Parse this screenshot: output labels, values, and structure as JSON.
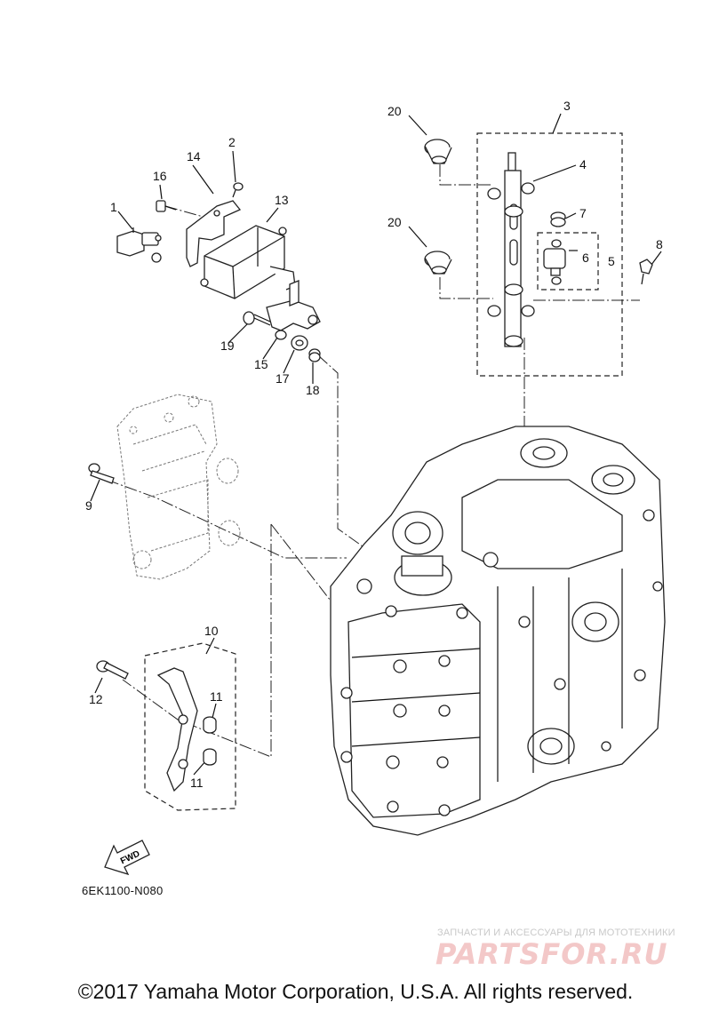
{
  "diagram": {
    "part_code": "6EK1100-N080",
    "fwd_label": "FWD",
    "copyright": "©2017 Yamaha Motor Corporation, U.S.A. All rights reserved.",
    "watermark": {
      "subtitle": "ЗАПЧАСТИ И АКСЕССУАРЫ ДЛЯ МОТОТЕХНИКИ",
      "logo": "PARTSFOR.RU"
    },
    "callouts": {
      "c1": "1",
      "c2": "2",
      "c3": "3",
      "c4": "4",
      "c5": "5",
      "c6": "6",
      "c7": "7",
      "c8": "8",
      "c9": "9",
      "c10": "10",
      "c11a": "11",
      "c11b": "11",
      "c12": "12",
      "c13": "13",
      "c14": "14",
      "c15": "15",
      "c16": "16",
      "c17": "17",
      "c18": "18",
      "c19": "19",
      "c20a": "20",
      "c20b": "20"
    }
  }
}
